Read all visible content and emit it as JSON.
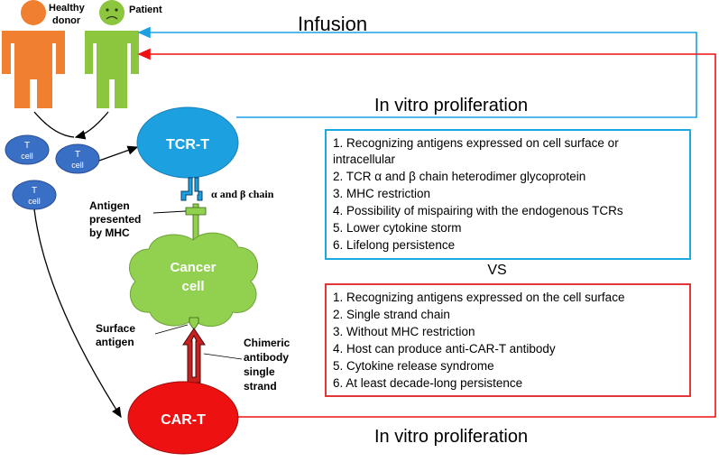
{
  "labels": {
    "healthy_donor_line1": "Healthy",
    "healthy_donor_line2": "donor",
    "patient": "Patient",
    "infusion": "Infusion",
    "in_vitro_top": "In vitro proliferation",
    "in_vitro_bottom": "In vitro proliferation",
    "t_cell_top": "T",
    "t_cell_bottom": "cell",
    "tcr_t": "TCR-T",
    "car_t": "CAR-T",
    "cancer_line1": "Cancer",
    "cancer_line2": "cell",
    "alpha_beta": "α and β chain",
    "antigen_mhc": [
      "Antigen",
      "presented",
      "by MHC"
    ],
    "surface_antigen": [
      "Surface",
      "antigen"
    ],
    "chimeric": [
      "Chimeric",
      "antibody",
      "single",
      "strand"
    ],
    "vs": "VS"
  },
  "tcr_box": {
    "color": "#00a0dc",
    "lines": [
      "1. Recognizing antigens expressed on cell surface or",
      "intracellular",
      "2. TCR α and β chain heterodimer glycoprotein",
      "3. MHC restriction",
      "4. Possibility of mispairing with the endogenous TCRs",
      "5. Lower cytokine storm",
      "6. Lifelong persistence"
    ]
  },
  "car_box": {
    "color": "#e02020",
    "lines": [
      "1. Recognizing antigens expressed on the cell surface",
      "2. Single strand chain",
      "3. Without MHC restriction",
      "4. Host can produce anti-CAR-T antibody",
      "5. Cytokine release syndrome",
      "6. At least decade-long persistence"
    ]
  },
  "colors": {
    "donor": "#f08030",
    "patient": "#8cc63f",
    "tcr": "#1ca0e0",
    "car": "#ee1111",
    "cancer": "#92d050",
    "tcell": "#3a6fc6"
  }
}
